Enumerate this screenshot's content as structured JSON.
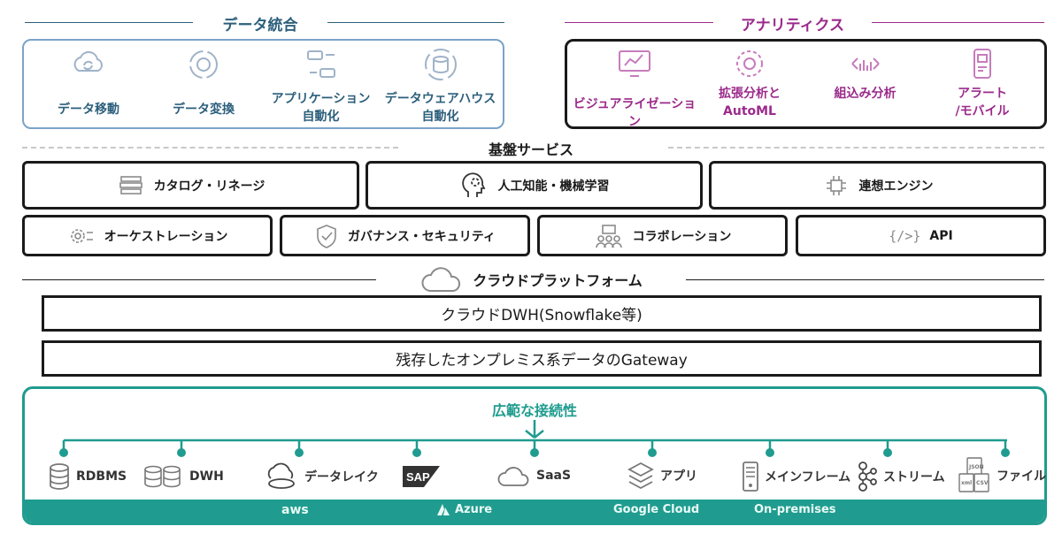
{
  "data_integration": {
    "title": "データ統合",
    "items": [
      {
        "label_line1": "データ移動",
        "label_line2": "",
        "icon": "cloud-sync-icon"
      },
      {
        "label_line1": "データ変換",
        "label_line2": "",
        "icon": "cycle-icon"
      },
      {
        "label_line1": "アプリケーション",
        "label_line2": "自動化",
        "icon": "flow-icon"
      },
      {
        "label_line1": "データウェアハウス",
        "label_line2": "自動化",
        "icon": "database-cycle-icon"
      }
    ]
  },
  "analytics": {
    "title": "アナリティクス",
    "items": [
      {
        "label_line1": "ビジュアライゼーション",
        "label_line2": "",
        "icon": "dashboard-icon"
      },
      {
        "label_line1": "拡張分析と",
        "label_line2": "AutoML",
        "icon": "brain-gear-icon"
      },
      {
        "label_line1": "組込み分析",
        "label_line2": "",
        "icon": "embedded-chart-icon"
      },
      {
        "label_line1": "アラート",
        "label_line2": "/モバイル",
        "icon": "mobile-alert-icon"
      }
    ]
  },
  "foundation": {
    "title": "基盤サービス",
    "row1": [
      {
        "label": "カタログ・リネージ",
        "icon": "books-icon"
      },
      {
        "label": "人工知能・機械学習",
        "icon": "ai-head-icon"
      },
      {
        "label": "連想エンジン",
        "icon": "chip-icon"
      }
    ],
    "row2": [
      {
        "label": "オーケストレーション",
        "icon": "gears-icon"
      },
      {
        "label": "ガバナンス・セキュリティ",
        "icon": "shield-icon"
      },
      {
        "label": "コラボレーション",
        "icon": "people-icon"
      },
      {
        "label": "API",
        "icon": "code-icon"
      }
    ]
  },
  "cloud_platform": {
    "title": "クラウドプラットフォーム",
    "dwh": "クラウドDWH(Snowflake等)",
    "gateway": "残存したオンプレミス系データのGateway"
  },
  "connectivity": {
    "title": "広範な接続性",
    "items": [
      {
        "label": "RDBMS",
        "icon": "database-icon"
      },
      {
        "label": "DWH",
        "icon": "database-stack-icon"
      },
      {
        "label": "データレイク",
        "icon": "lake-icon"
      },
      {
        "label": "",
        "logo": "SAP",
        "icon": "sap-logo-icon"
      },
      {
        "label": "SaaS",
        "icon": "cloud-icon"
      },
      {
        "label": "アプリ",
        "icon": "layers-icon"
      },
      {
        "label": "メインフレーム",
        "icon": "server-icon"
      },
      {
        "label": "ストリーム",
        "icon": "stream-icon"
      },
      {
        "label": "ファイル",
        "icon": "file-icon"
      }
    ],
    "clouds": [
      "aws",
      "Azure",
      "Google Cloud",
      "On-premises"
    ]
  },
  "colors": {
    "teal": "#1f9c8f",
    "purple": "#9b2a8b",
    "blue": "#2c5f7c",
    "blue_border": "#7aa3c8",
    "dark": "#1a1a1a"
  }
}
